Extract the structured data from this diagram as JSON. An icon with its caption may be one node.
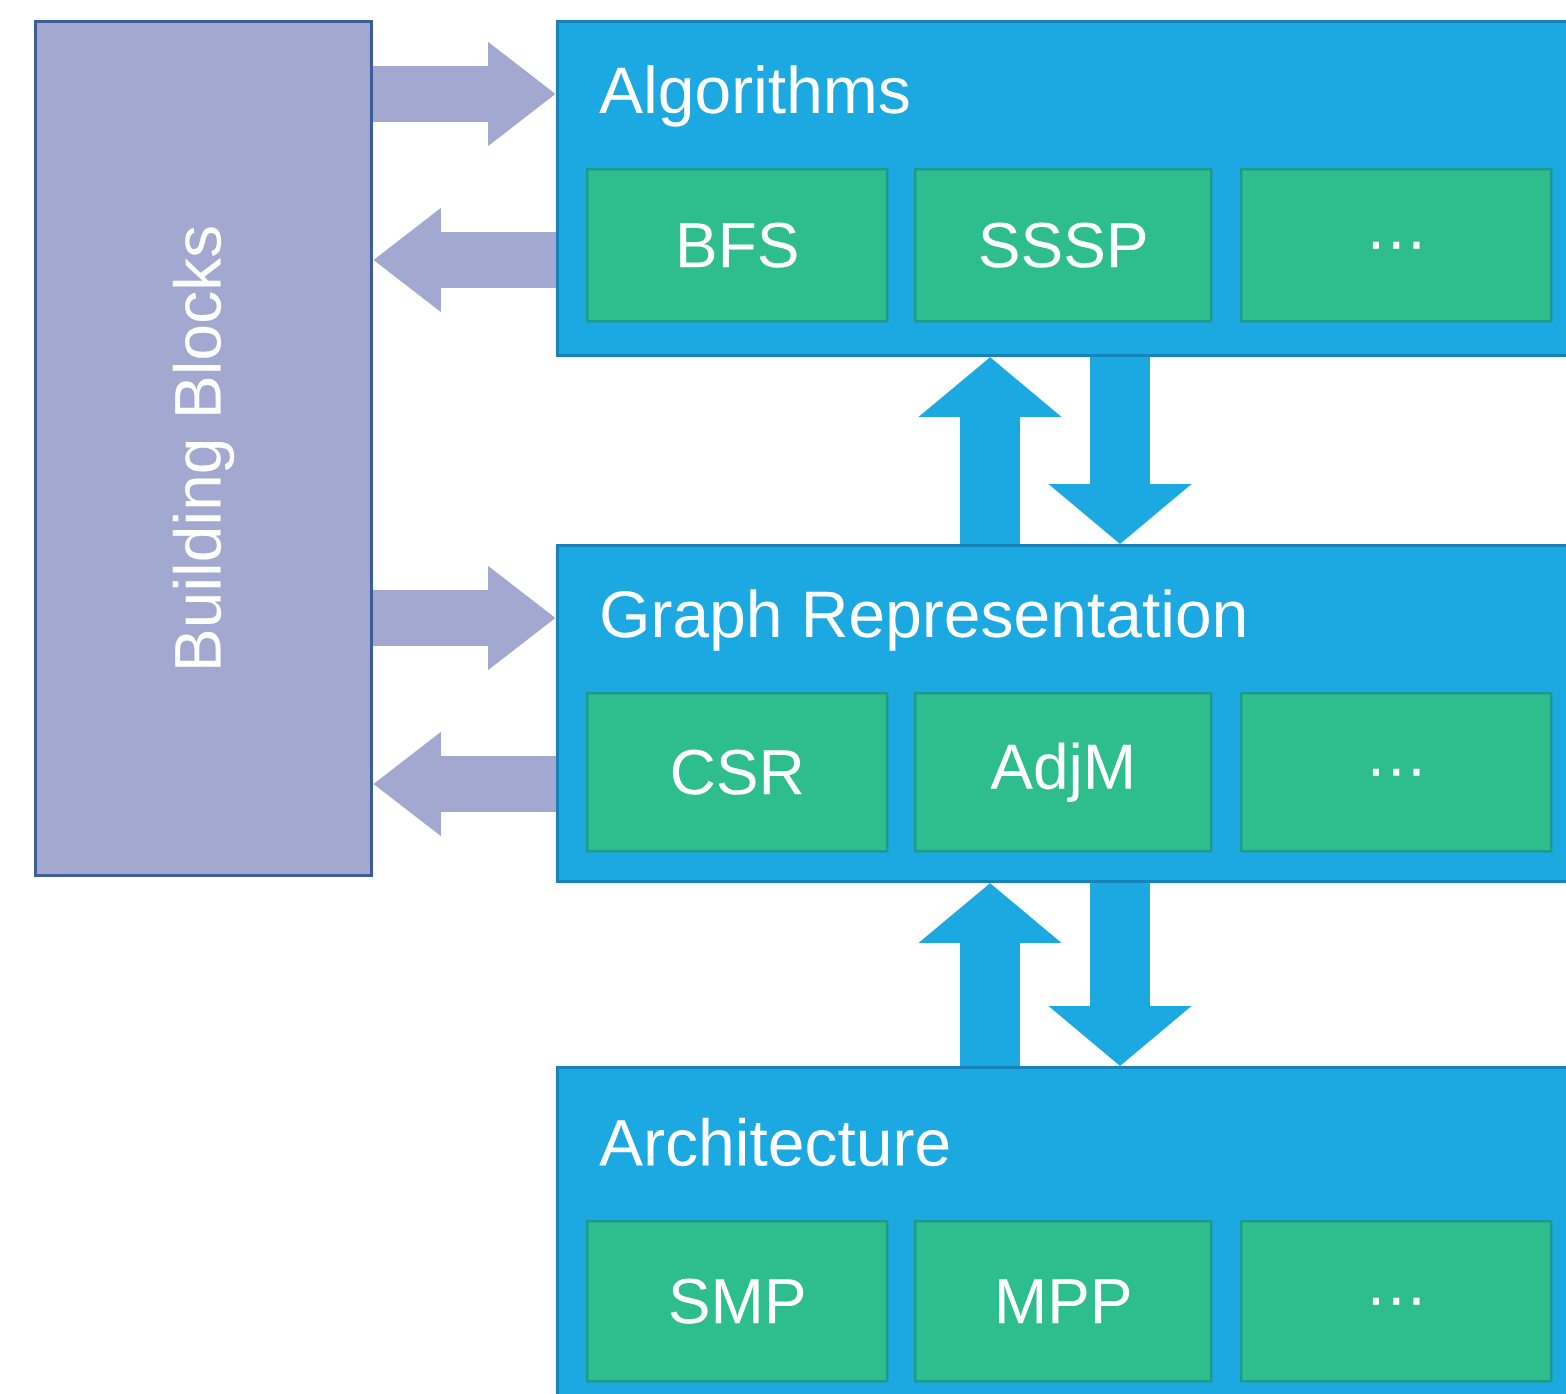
{
  "diagram": {
    "nodes": [
      {
        "text": [
          "Building Blocks"
        ]
      },
      {
        "text": [
          "Algorithms"
        ]
      },
      {
        "text": [
          "BFS"
        ],
        "in": 1
      },
      {
        "text": [
          "SSSP"
        ],
        "in": 1
      },
      {
        "text": [
          "…"
        ],
        "in": 1
      },
      {
        "text": [
          "Graph Representation"
        ]
      },
      {
        "text": [
          "CSR"
        ],
        "in": 5
      },
      {
        "text": [
          "AdjM"
        ],
        "in": 5
      },
      {
        "text": [
          "…"
        ],
        "in": 5
      },
      {
        "text": [
          "Architecture"
        ]
      },
      {
        "text": [
          "SMP"
        ],
        "in": 9
      },
      {
        "text": [
          "MPP"
        ],
        "in": 9
      },
      {
        "text": [
          "…"
        ],
        "in": 9
      }
    ],
    "edges": [
      {
        "from": 0,
        "to": 1,
        "arrow": "to",
        "color": "#a3a8d0"
      },
      {
        "from": 1,
        "to": 0,
        "arrow": "to",
        "color": "#a3a8d0"
      },
      {
        "from": 0,
        "to": 5,
        "arrow": "to",
        "color": "#a3a8d0"
      },
      {
        "from": 5,
        "to": 0,
        "arrow": "to",
        "color": "#a3a8d0"
      },
      {
        "from": 5,
        "to": 1,
        "arrow": "to",
        "color": "#1ca8e0"
      },
      {
        "from": 1,
        "to": 5,
        "arrow": "to",
        "color": "#1ca8e0"
      },
      {
        "from": 9,
        "to": 5,
        "arrow": "to",
        "color": "#1ca8e0"
      },
      {
        "from": 5,
        "to": 9,
        "arrow": "to",
        "color": "#1ca8e0"
      }
    ]
  }
}
